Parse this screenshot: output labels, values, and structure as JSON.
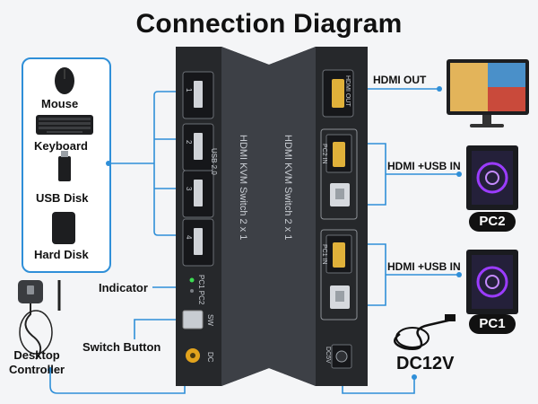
{
  "title": "Connection Diagram",
  "devices": {
    "mouse": "Mouse",
    "keyboard": "Keyboard",
    "usb_disk": "USB Disk",
    "hard_disk": "Hard Disk"
  },
  "controls": {
    "indicator": "Indicator",
    "switch_button": "Switch Button",
    "desktop_controller": "Desktop\nController",
    "dc12v": "DC12V"
  },
  "outputs": {
    "hdmi_out": "HDMI OUT",
    "hdmi_usb_in_1": "HDMI +USB IN",
    "hdmi_usb_in_2": "HDMI +USB IN",
    "pc2": "PC2",
    "pc1": "PC1"
  },
  "unit_text": {
    "front_name": "HDMI KVM Switch 2 x 1",
    "usb_label": "USB 2.0",
    "port_nums": [
      "1",
      "2",
      "3",
      "4"
    ],
    "pc_indicators": "PC1 PC2",
    "sw": "SW",
    "dc": "DC",
    "back_name": "HDMI KVM Switch 2 x 1",
    "hdmi_out_port": "HDMI OUT",
    "pc2_in": "PC2 IN",
    "pc1_in": "PC1 IN",
    "dc5v": "DC5V"
  },
  "colors": {
    "accent": "#2f8fd8",
    "device_body": "#2b2d31",
    "device_top": "#3a3d42",
    "pc_purple": "#9b3cff"
  }
}
